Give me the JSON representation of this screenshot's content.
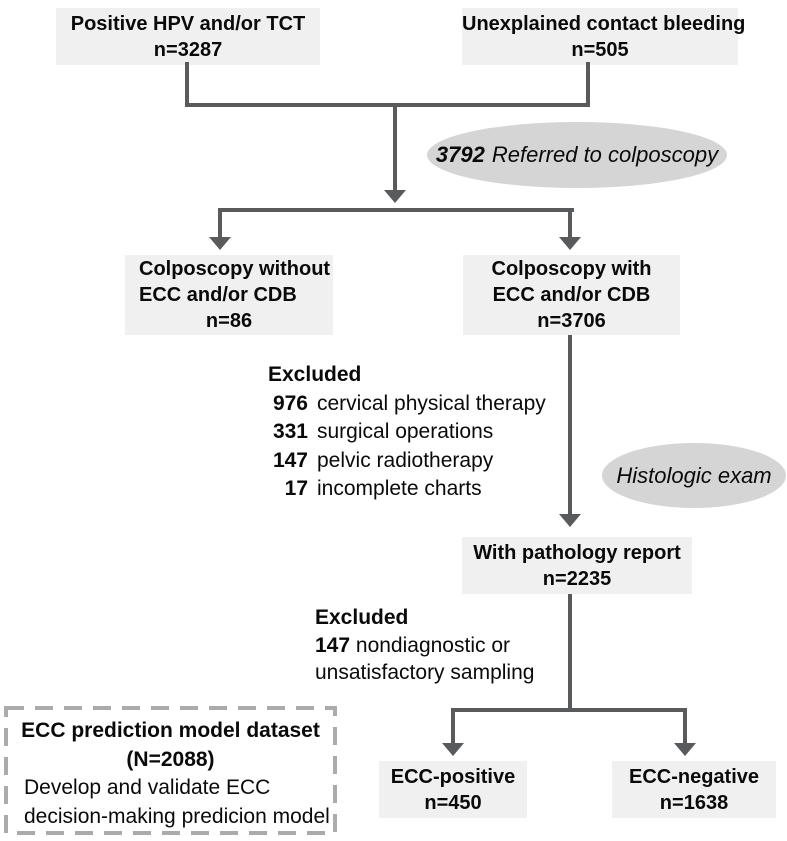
{
  "figure": {
    "boxes": {
      "hpv": {
        "lines": [
          "Positive HPV and/or TCT",
          "n=3287"
        ]
      },
      "bleeding": {
        "lines": [
          "Unexplained contact bleeding",
          "n=505"
        ]
      },
      "colpo_without": {
        "lines": [
          "Colposcopy without",
          "ECC and/or CDB",
          "n=86"
        ]
      },
      "colpo_with": {
        "lines": [
          "Colposcopy with",
          "ECC and/or CDB",
          "n=3706"
        ]
      },
      "pathology": {
        "lines": [
          "With pathology report",
          "n=2235"
        ]
      },
      "ecc_positive": {
        "lines": [
          "ECC-positive",
          "n=450"
        ]
      },
      "ecc_negative": {
        "lines": [
          "ECC-negative",
          "n=1638"
        ]
      }
    },
    "ellipses": {
      "referred": {
        "count": "3792",
        "label": "Referred to colposcopy"
      },
      "histologic": {
        "label": "Histologic exam"
      }
    },
    "exclusions_colposcopy": {
      "title": "Excluded",
      "items": [
        {
          "n": "976",
          "reason": "cervical physical therapy"
        },
        {
          "n": "331",
          "reason": "surgical operations"
        },
        {
          "n": "147",
          "reason": "pelvic radiotherapy"
        },
        {
          "n": "17",
          "reason": "incomplete charts"
        }
      ]
    },
    "exclusions_pathology": {
      "title": "Excluded",
      "n": "147",
      "reason_line1": "nondiagnostic or",
      "reason_line2": "unsatisfactory sampling"
    },
    "dataset_box": {
      "title": "ECC prediction model dataset",
      "subtitle": "(N=2088)",
      "desc_line1": "Develop and validate ECC",
      "desc_line2": "decision-making predicion model"
    },
    "colors": {
      "box_fill": "#f0f0f0",
      "ellipse_fill": "#d5d5d5",
      "line": "#595a5c",
      "dashed_border": "#ababab",
      "text": "#0a0a0a"
    }
  }
}
